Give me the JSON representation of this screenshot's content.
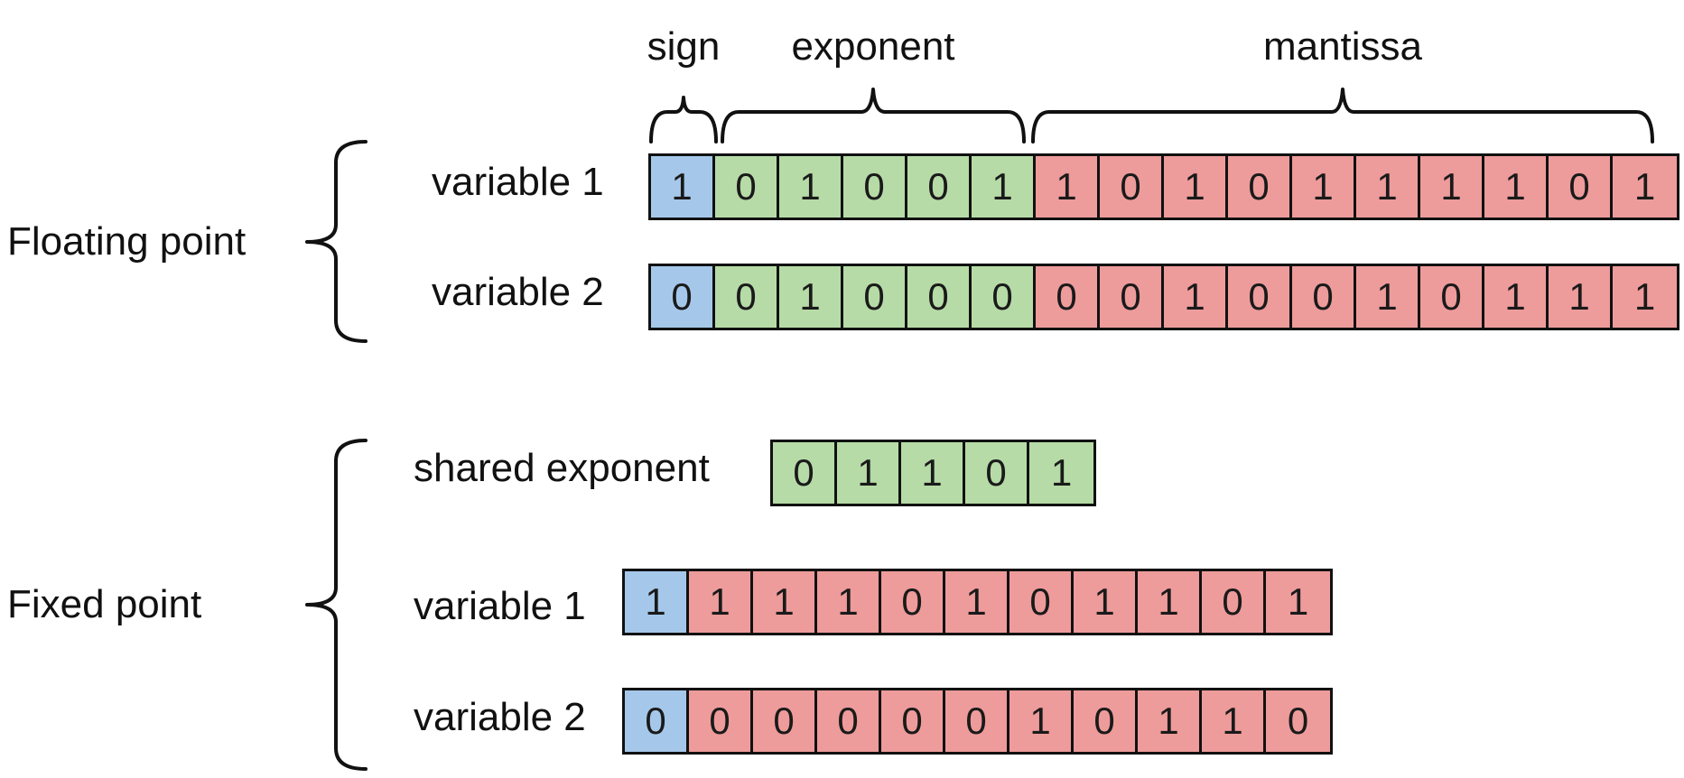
{
  "headers": {
    "sign": "sign",
    "exponent": "exponent",
    "mantissa": "mantissa"
  },
  "floating": {
    "label": "Floating point",
    "var1": {
      "label": "variable 1",
      "sign": "1",
      "exponent": [
        "0",
        "1",
        "0",
        "0",
        "1"
      ],
      "mantissa": [
        "1",
        "0",
        "1",
        "0",
        "1",
        "1",
        "1",
        "1",
        "0",
        "1"
      ]
    },
    "var2": {
      "label": "variable 2",
      "sign": "0",
      "exponent": [
        "0",
        "1",
        "0",
        "0",
        "0"
      ],
      "mantissa": [
        "0",
        "0",
        "1",
        "0",
        "0",
        "1",
        "0",
        "1",
        "1",
        "1"
      ]
    }
  },
  "fixed": {
    "label": "Fixed point",
    "shared": {
      "label": "shared exponent",
      "bits": [
        "0",
        "1",
        "1",
        "0",
        "1"
      ]
    },
    "var1": {
      "label": "variable 1",
      "sign": "1",
      "mantissa": [
        "1",
        "1",
        "1",
        "0",
        "1",
        "0",
        "1",
        "1",
        "0",
        "1"
      ]
    },
    "var2": {
      "label": "variable 2",
      "sign": "0",
      "mantissa": [
        "0",
        "0",
        "0",
        "0",
        "0",
        "1",
        "0",
        "1",
        "1",
        "0"
      ]
    }
  },
  "colors": {
    "sign": "#a5c8ea",
    "exponent": "#b6dba7",
    "mantissa": "#ee9b9b"
  }
}
